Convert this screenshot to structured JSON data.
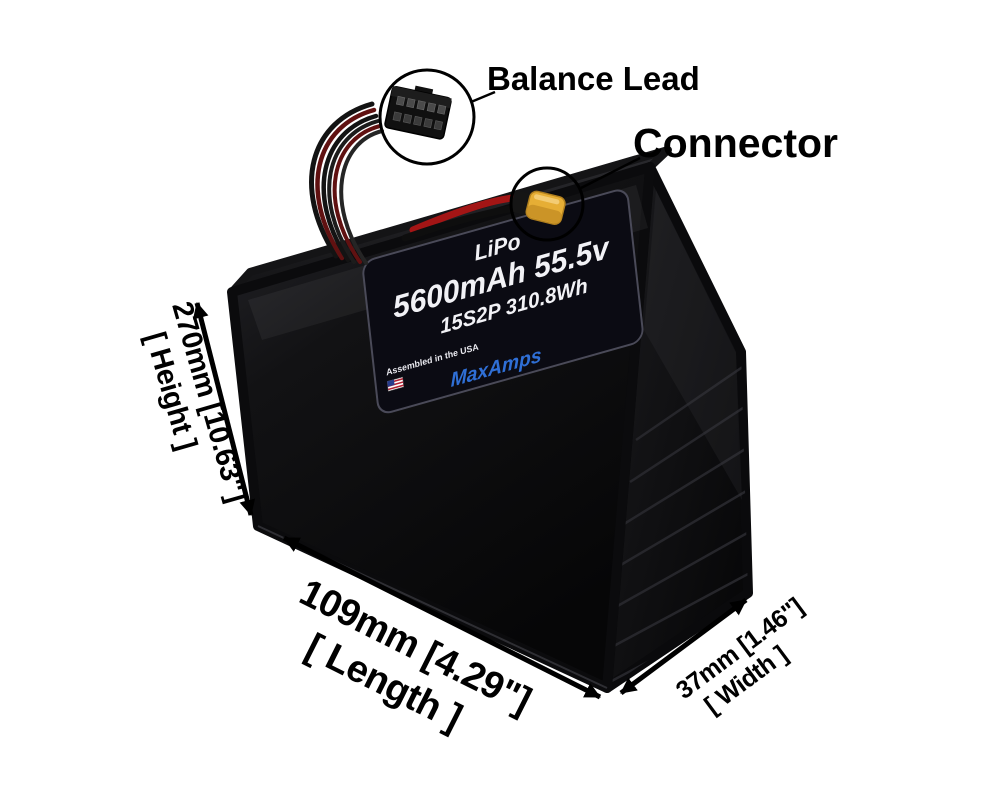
{
  "scene": {
    "description": "LiPo battery pack product image with balance lead and connector callouts plus dimension arrows",
    "background_color": "#ffffff"
  },
  "callouts": {
    "balance_lead": {
      "label": "Balance Lead"
    },
    "connector": {
      "label": "Connector"
    }
  },
  "battery_label": {
    "chemistry": "LiPo",
    "capacity_voltage": "5600mAh 55.5v",
    "configuration": "15S2P 310.8Wh",
    "assembled_in": "Assembled in the USA",
    "brand": "MaxAmps"
  },
  "dimensions": {
    "height": {
      "measurement": "270mm [10.63\"]",
      "label": "[ Height ]"
    },
    "length": {
      "measurement": "109mm [4.29\"]",
      "label": "[ Length ]"
    },
    "width": {
      "measurement": "37mm [1.46\"]",
      "label": "[ Width ]"
    }
  },
  "icons": {
    "usa_flag": "usa-flag-icon",
    "brand_logo": "maxamps-logo",
    "balance_plug": "balance-connector",
    "main_plug": "xt-connector"
  },
  "colors": {
    "battery_body": "#0c0c0e",
    "label_background": "#0b0b13",
    "connector_yellow": "#e6ae35",
    "wire_red": "#a31515",
    "logo_blue": "#2f6fd6",
    "annotation_black": "#000000"
  }
}
